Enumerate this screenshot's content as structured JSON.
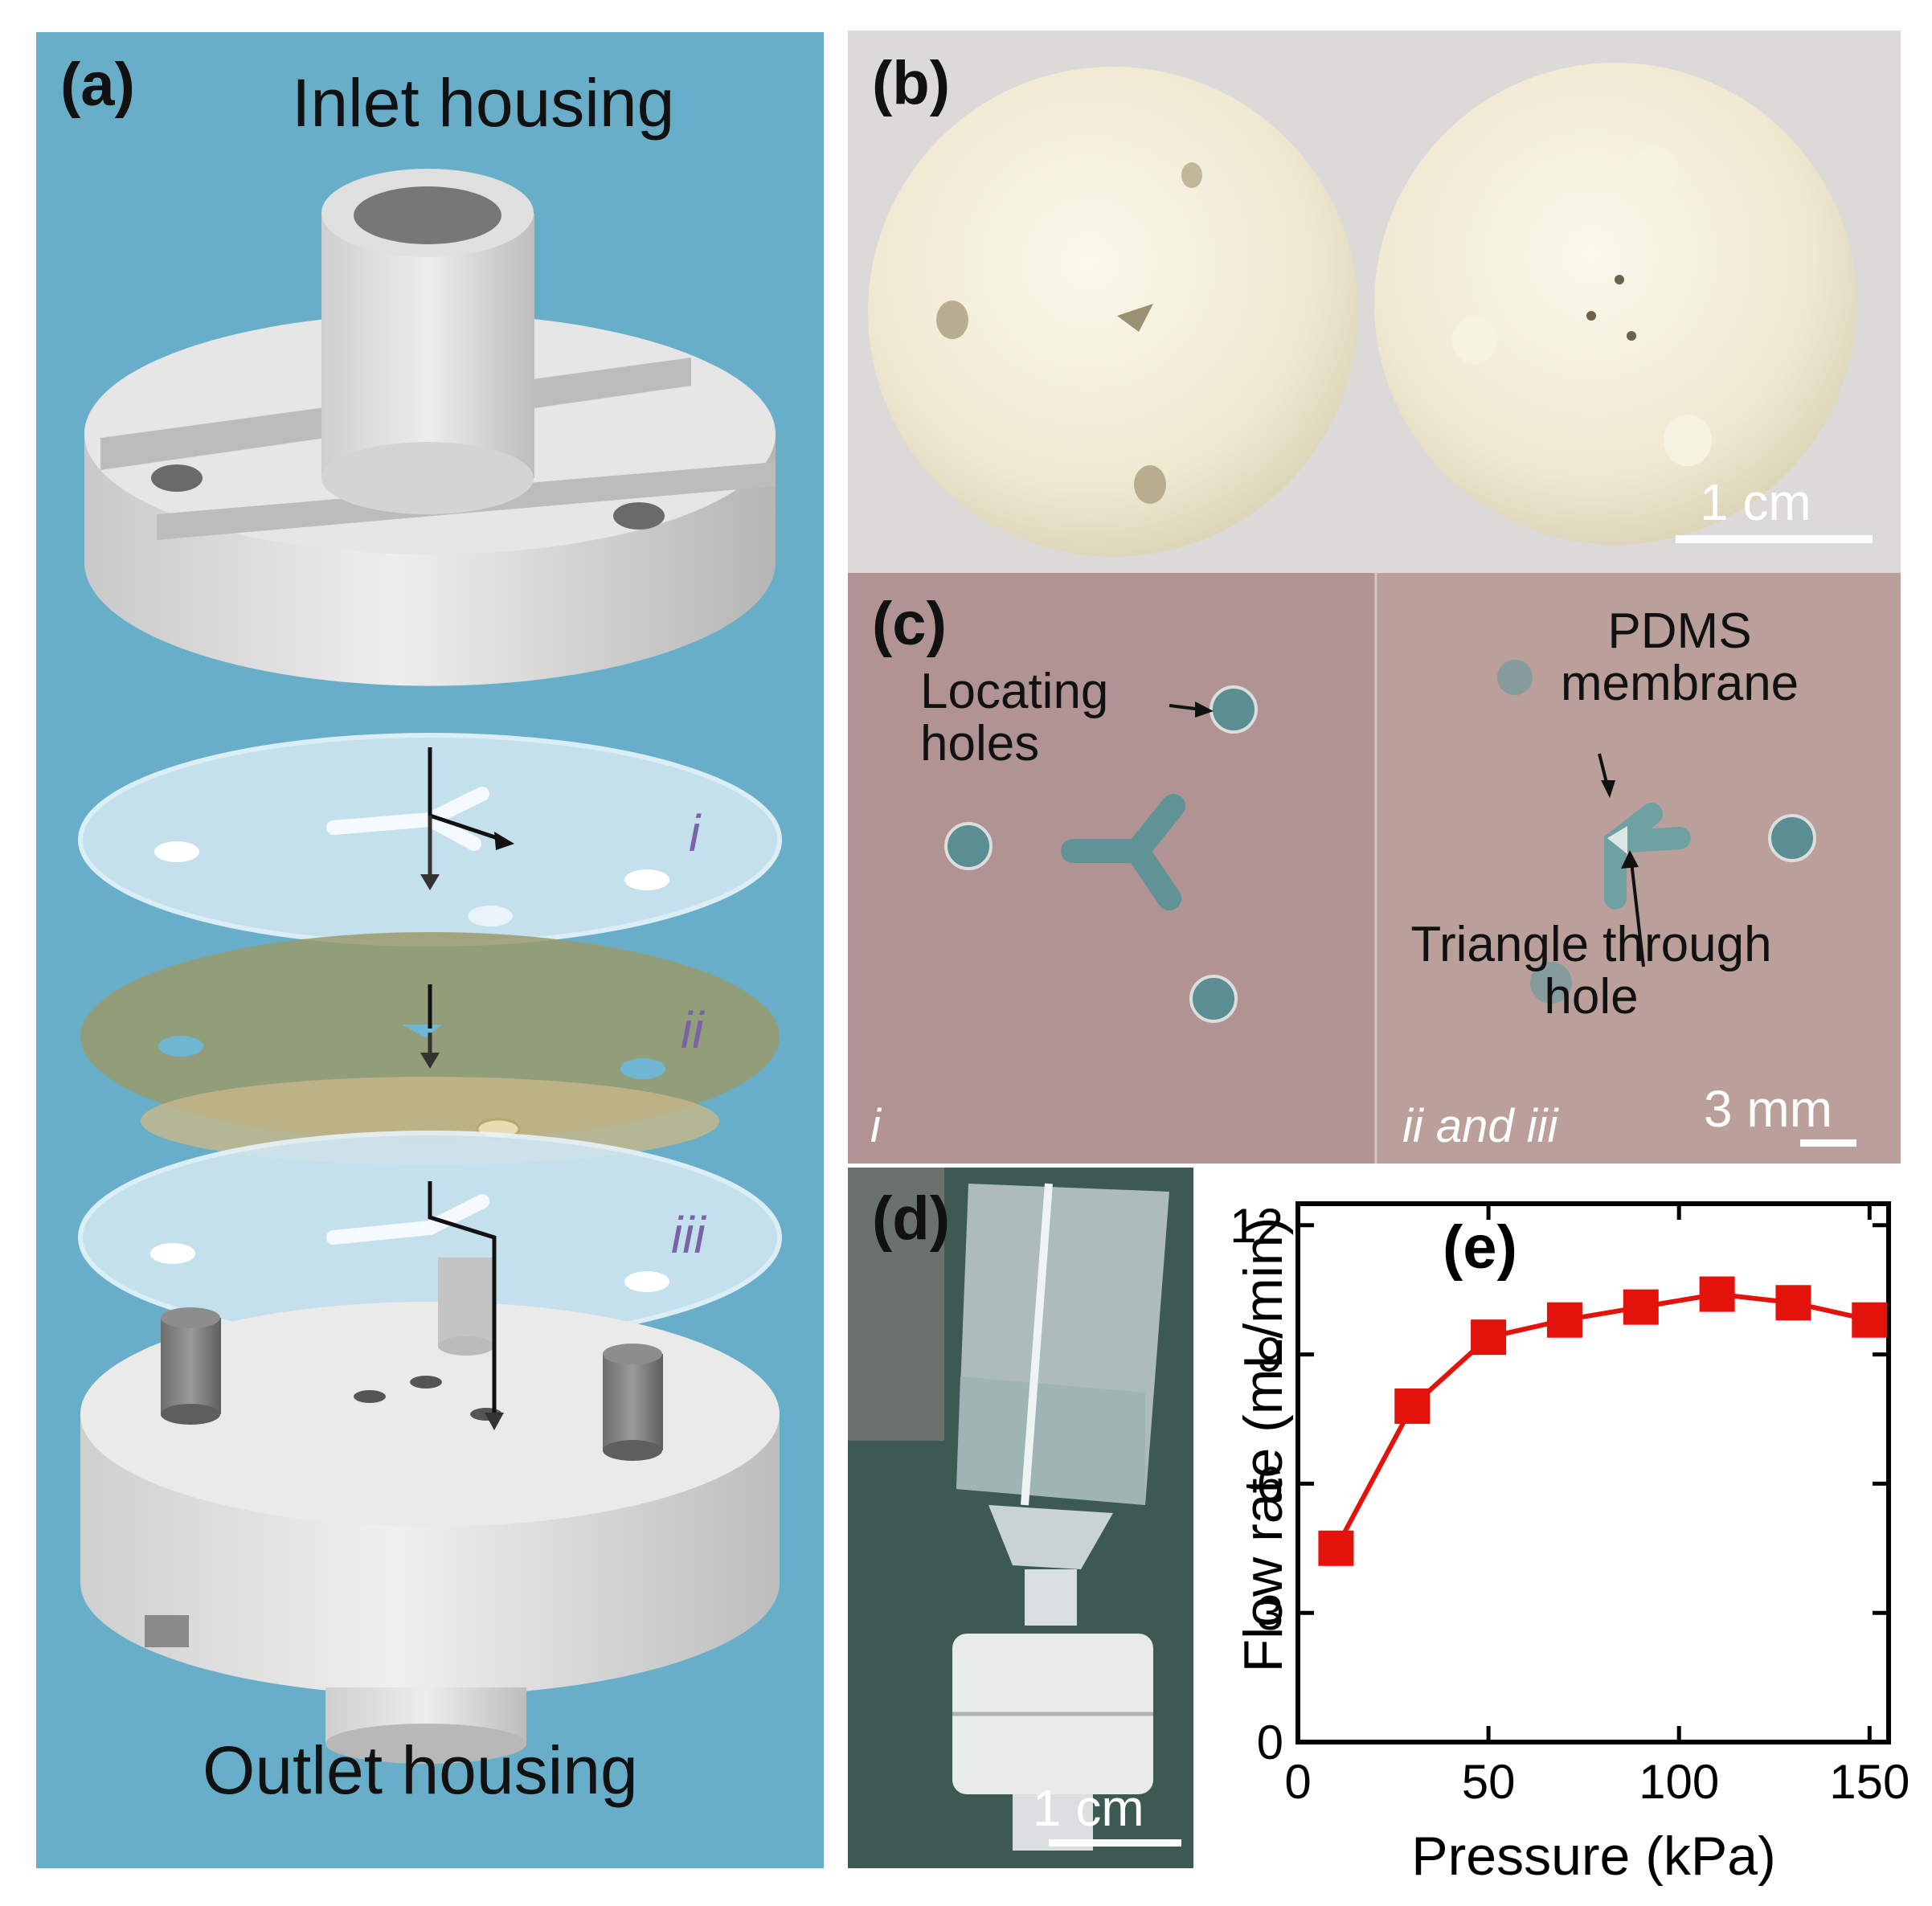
{
  "panels": {
    "a": {
      "label": "(a)",
      "inlet": "Inlet housing",
      "outlet": "Outlet housing",
      "layers": [
        "i",
        "ii",
        "iii"
      ]
    },
    "b": {
      "label": "(b)",
      "scale": "1 cm"
    },
    "c": {
      "label": "(c)",
      "locating": "Locating holes",
      "pdms": "PDMS membrane",
      "triangle": "Triangle through hole",
      "left_tag": "i",
      "right_tag": "ii and iii",
      "scale": "3 mm"
    },
    "d": {
      "label": "(d)",
      "scale": "1 cm"
    },
    "e": {
      "label": "(e)"
    }
  },
  "chart_data": {
    "type": "line",
    "title": "",
    "xlabel": "Pressure (kPa)",
    "ylabel": "Flow rate (mL/min)",
    "xlim": [
      0,
      155
    ],
    "ylim": [
      0,
      12.5
    ],
    "xticks": [
      0,
      50,
      100,
      150
    ],
    "yticks": [
      0,
      3,
      6,
      9,
      12
    ],
    "series": [
      {
        "color": "#e3120b",
        "marker": "square",
        "x": [
          10,
          30,
          50,
          70,
          90,
          110,
          130,
          150
        ],
        "y": [
          4.5,
          7.8,
          9.4,
          9.8,
          10.1,
          10.4,
          10.2,
          9.8
        ]
      }
    ]
  }
}
